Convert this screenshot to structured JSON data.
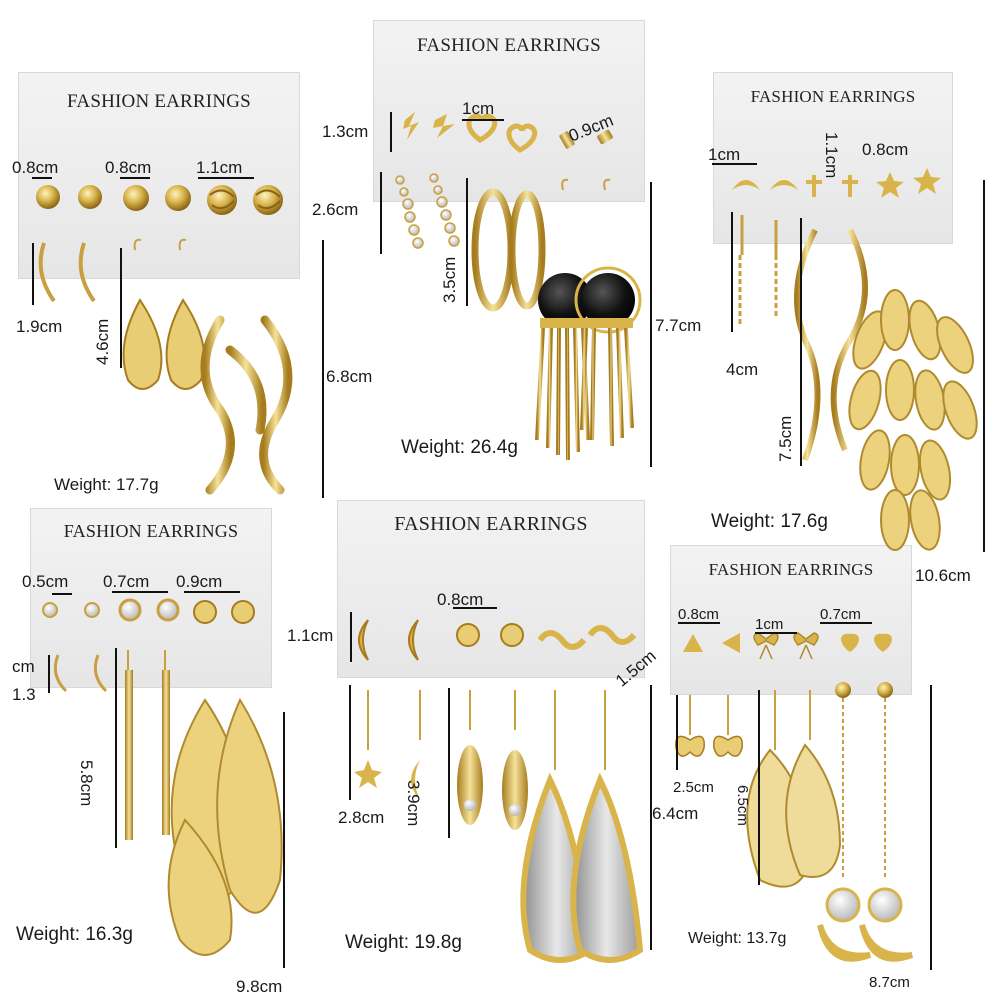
{
  "card_title": "FASHION EARRINGS",
  "colors": {
    "gold": "#d9b44a",
    "gold_light": "#f2dc8a",
    "gold_dark": "#a67c1e",
    "black": "#111111",
    "silver": "#c9c9c9",
    "card": "#eeeeee"
  },
  "sets": [
    {
      "id": "set-1",
      "sizes": [
        "0.8cm",
        "0.8cm",
        "1.1cm",
        "1.9cm",
        "4.6cm",
        "6.8cm"
      ],
      "weight": "Weight: 17.7g"
    },
    {
      "id": "set-2",
      "sizes": [
        "1.3cm",
        "1cm",
        "0.9cm",
        "2.6cm",
        "3.5cm",
        "7.7cm"
      ],
      "weight": "Weight: 26.4g"
    },
    {
      "id": "set-3",
      "sizes": [
        "1cm",
        "1.1cm",
        "0.8cm",
        "4cm",
        "7.5cm",
        "10.6cm"
      ],
      "weight": "Weight: 17.6g"
    },
    {
      "id": "set-4",
      "sizes": [
        "0.5cm",
        "0.7cm",
        "0.9cm",
        "cm",
        "1.3",
        "5.8cm",
        "9.8cm"
      ],
      "weight": "Weight: 16.3g"
    },
    {
      "id": "set-5",
      "sizes": [
        "1.1cm",
        "0.8cm",
        "1.5cm",
        "2.8cm",
        "3.9cm",
        "6.4cm"
      ],
      "weight": "Weight: 19.8g"
    },
    {
      "id": "set-6",
      "sizes": [
        "0.8cm",
        "1cm",
        "0.7cm",
        "2.5cm",
        "6.5cm",
        "8.7cm"
      ],
      "weight": "Weight: 13.7g"
    }
  ]
}
